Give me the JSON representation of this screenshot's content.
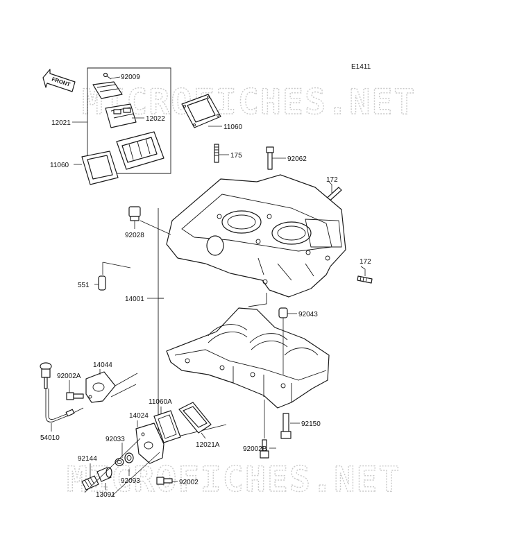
{
  "diagram": {
    "code": "E1411",
    "watermark": "MICROFICHES.NET",
    "front_arrow": "FRONT",
    "callouts": {
      "p92009": "92009",
      "p12022": "12022",
      "p12021": "12021",
      "p11060_top": "11060",
      "p11060_left": "11060",
      "p175": "175",
      "p92062": "92062",
      "p172_top": "172",
      "p172_right": "172",
      "p92028": "92028",
      "p551": "551",
      "p14001": "14001",
      "p92043": "92043",
      "p92002A": "92002A",
      "p14044": "14044",
      "p54010": "54010",
      "p11060A": "11060A",
      "p14024": "14024",
      "p92033": "92033",
      "p12021A": "12021A",
      "p92002B": "92002B",
      "p92150": "92150",
      "p92144": "92144",
      "p92093": "92093",
      "p13091": "13091",
      "p92002": "92002"
    }
  }
}
